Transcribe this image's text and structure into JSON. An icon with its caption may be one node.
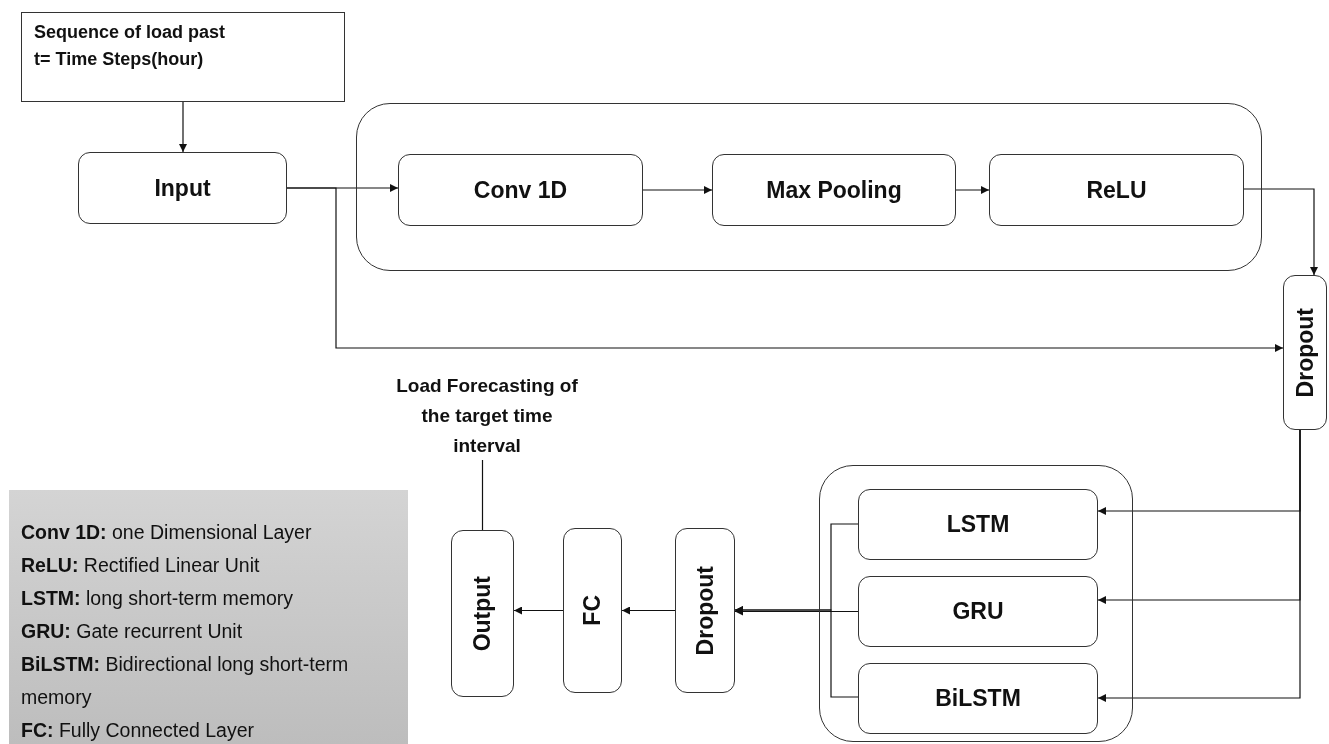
{
  "diagram": {
    "nodes": [
      {
        "text": [
          "Sequence of load past",
          "t= Time Steps(hour)"
        ]
      },
      {
        "text": [
          "Input"
        ]
      },
      {
        "text": [],
        "shape": "box"
      },
      {
        "text": [
          "Conv 1D"
        ],
        "in": 2
      },
      {
        "text": [
          "Max Pooling"
        ],
        "in": 2
      },
      {
        "text": [
          "ReLU"
        ],
        "in": 2
      },
      {
        "text": [
          "Dropout"
        ]
      },
      {
        "text": [],
        "shape": "box"
      },
      {
        "text": [
          "LSTM"
        ],
        "in": 7
      },
      {
        "text": [
          "GRU"
        ],
        "in": 7
      },
      {
        "text": [
          "BiLSTM"
        ],
        "in": 7
      },
      {
        "text": [
          "Dropout"
        ]
      },
      {
        "text": [
          "FC"
        ]
      },
      {
        "text": [
          "Output"
        ]
      },
      {
        "text": [
          "Load Forecasting of the target time interval"
        ]
      },
      {
        "text": [
          "**Conv 1D:** one Dimensional Layer",
          "**ReLU:** Rectified Linear Unit",
          "**LSTM:** long short-term memory",
          "**GRU:** Gate recurrent Unit",
          "**BiLSTM:** Bidirectional long short-term memory",
          "**FC:** Fully Connected Layer"
        ]
      }
    ],
    "edges": [
      {
        "from": 0,
        "to": 1,
        "arrow": "to"
      },
      {
        "from": 1,
        "to": 3,
        "arrow": "to"
      },
      {
        "from": 3,
        "to": 4,
        "arrow": "to"
      },
      {
        "from": 4,
        "to": 5,
        "arrow": "to"
      },
      {
        "from": 5,
        "to": 6,
        "arrow": "to"
      },
      {
        "from": 1,
        "to": 6,
        "arrow": "to"
      },
      {
        "from": 6,
        "to": 8,
        "arrow": "to"
      },
      {
        "from": 6,
        "to": 9,
        "arrow": "to"
      },
      {
        "from": 6,
        "to": 10,
        "arrow": "to"
      },
      {
        "from": 8,
        "to": 11,
        "arrow": "to"
      },
      {
        "from": 9,
        "to": 11,
        "arrow": "to"
      },
      {
        "from": 10,
        "to": 11,
        "arrow": "to"
      },
      {
        "from": 11,
        "to": 12,
        "arrow": "to"
      },
      {
        "from": 12,
        "to": 13,
        "arrow": "to"
      },
      {
        "from": 13,
        "to": 14,
        "arrow": "none"
      }
    ]
  }
}
